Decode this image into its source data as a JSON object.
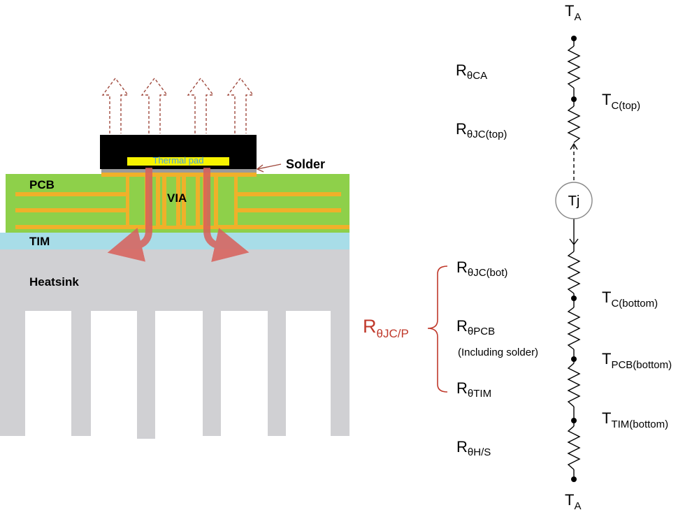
{
  "colors": {
    "pcb": "#8ed04a",
    "copper": "#f0b02a",
    "tim": "#a8dde8",
    "heatsink": "#d0d0d3",
    "package": "#000000",
    "thermal_pad": "#f7f300",
    "thermal_pad_text": "#4aa3d8",
    "solder_layer": "#9a9a9a",
    "heat_arrow": "#d9605a",
    "up_arrow_outline": "#a04a3e",
    "bracket": "#c0392b",
    "network": "#000000"
  },
  "left_labels": {
    "solder": "Solder",
    "pcb": "PCB",
    "via": "VIA",
    "tim": "TIM",
    "heatsink": "Heatsink",
    "thermal_pad": "Thermal pad"
  },
  "junction": {
    "label": "Tj"
  },
  "nodes": {
    "ta_top": {
      "main": "T",
      "sub": "A"
    },
    "tc_top": {
      "main": "T",
      "sub": "C(top)"
    },
    "tc_bottom": {
      "main": "T",
      "sub": "C(bottom)"
    },
    "tpcb_bottom": {
      "main": "T",
      "sub": "PCB(bottom)"
    },
    "ttim_bottom": {
      "main": "T",
      "sub": "TIM(bottom)"
    },
    "ta_bottom": {
      "main": "T",
      "sub": "A"
    }
  },
  "resistors": {
    "r_ca": {
      "main": "R",
      "sub": "θCA"
    },
    "r_jc_top": {
      "main": "R",
      "sub": "θJC(top)"
    },
    "r_jc_bot": {
      "main": "R",
      "sub": "θJC(bot)"
    },
    "r_pcb": {
      "main": "R",
      "sub": "θPCB",
      "note": "(Including solder)"
    },
    "r_tim": {
      "main": "R",
      "sub": "θTIM"
    },
    "r_hs": {
      "main": "R",
      "sub": "θH/S"
    }
  },
  "group": {
    "main": "R",
    "sub": "θJC/P"
  }
}
